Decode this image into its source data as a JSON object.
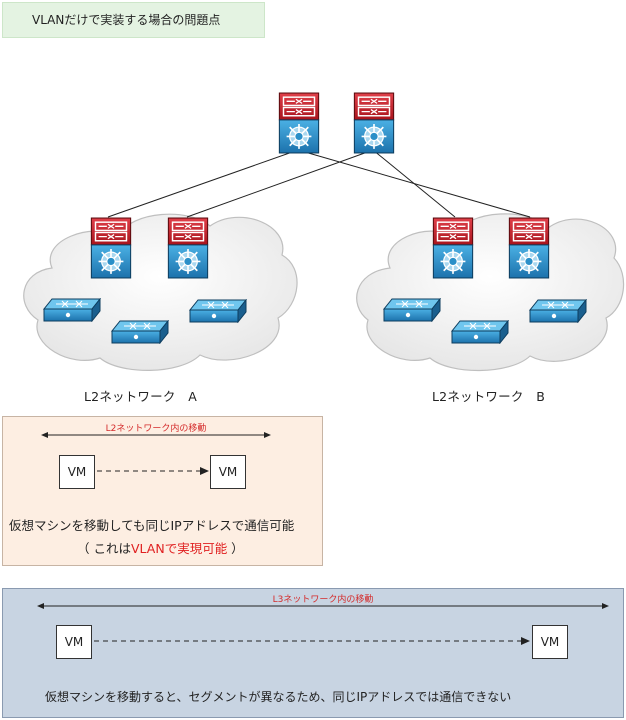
{
  "title": "VLANだけで実装する場合の問題点",
  "networks": {
    "a_label": "L2ネットワーク　A",
    "b_label": "L2ネットワーク　B"
  },
  "l2_panel": {
    "arrow_label": "L2ネットワーク内の移動",
    "vm_left": "VM",
    "vm_right": "VM",
    "description": "仮想マシンを移動しても同じIPアドレスで通信可能",
    "note_open": "（ これは",
    "note_highlight": "VLANで実現可能",
    "note_close": " ）"
  },
  "l3_panel": {
    "arrow_label": "L3ネットワーク内の移動",
    "vm_left": "VM",
    "vm_right": "VM",
    "description": "仮想マシンを移動すると、セグメントが異なるため、同じIPアドレスでは通信できない"
  },
  "colors": {
    "router_red": "#c8232c",
    "switch_blue": "#2a8fc8",
    "cloud_fill": "#f2f2f2",
    "highlight_red": "#e02020"
  }
}
